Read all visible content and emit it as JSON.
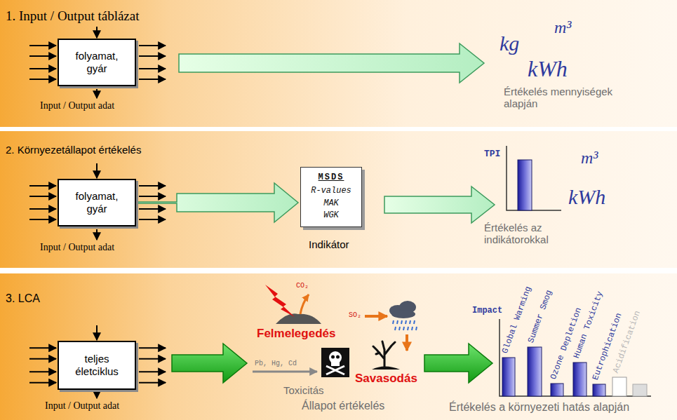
{
  "diagram": {
    "nodes": [
      {
        "text": [
          "1. Input / Output táblázat"
        ]
      },
      {
        "text": [
          "folyamat, gyár"
        ],
        "in": 0
      },
      {
        "text": [
          "2. Környezetállapot értékelés"
        ]
      },
      {
        "text": [
          "folyamat, gyár"
        ],
        "in": 2
      },
      {
        "text": [
          "MSDS",
          "R-values",
          "MAK",
          "WGK"
        ],
        "in": 2
      },
      {
        "text": [
          "3. LCA"
        ]
      },
      {
        "text": [
          "teljes életciklus"
        ],
        "in": 5
      }
    ],
    "edges": [
      {
        "from": 3,
        "to": 4,
        "arrow": "to"
      }
    ],
    "labels": [
      "Input / Output adat",
      "kg",
      "m³",
      "kWh",
      "Értékelés mennyiségek alapján",
      "Input / Output adat",
      "Indikátor",
      "TPI",
      "m³",
      "kWh",
      "Értékelés az indikátorokkal",
      "Input / Output adat",
      "CO₂",
      "Felmelegedés",
      "SO₂",
      "Pb, Hg, Cd",
      "Toxicitás",
      "Savasodás",
      "Állapot értékelés",
      "Impact",
      "Global Warming",
      "Summer Smog",
      "Ozone Depletion",
      "Human Toxicity",
      "Eutrophication",
      "Acidification",
      "Értékelés a környezeti hatás alapján"
    ]
  }
}
